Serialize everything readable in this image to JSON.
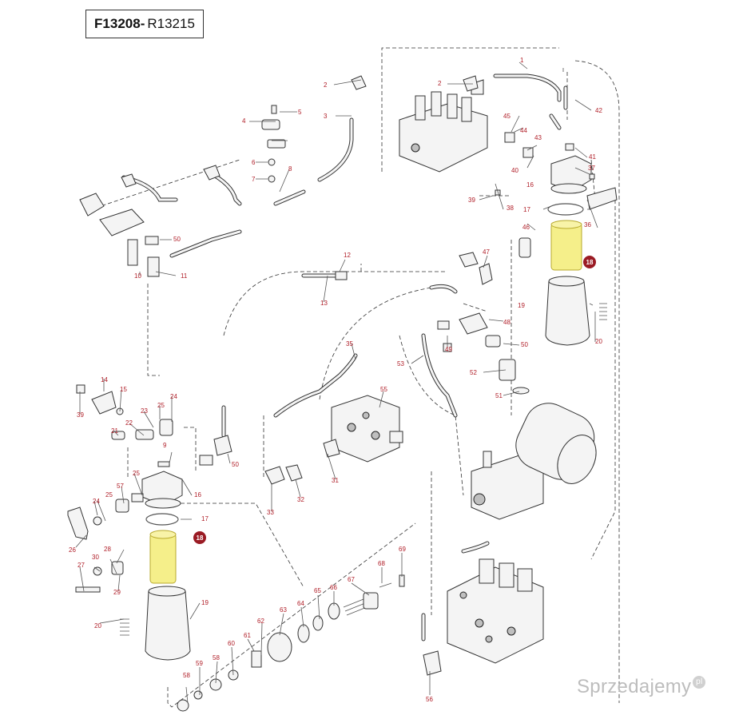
{
  "header": {
    "code_bold": "F13208-",
    "code_regular": "R13215"
  },
  "watermark": {
    "text": "Sprzedajemy",
    "badge": "pl"
  },
  "colors": {
    "callout_text": "#b01e28",
    "highlight_badge": "#9a1b24",
    "filter_highlight": "#f5ef8a"
  },
  "callouts": [
    {
      "id": "c1",
      "label": "1"
    },
    {
      "id": "c2a",
      "label": "2"
    },
    {
      "id": "c2b",
      "label": "2"
    },
    {
      "id": "c3",
      "label": "3"
    },
    {
      "id": "c4",
      "label": "4"
    },
    {
      "id": "c5",
      "label": "5"
    },
    {
      "id": "c6",
      "label": "6"
    },
    {
      "id": "c7",
      "label": "7"
    },
    {
      "id": "c8",
      "label": "8"
    },
    {
      "id": "c9",
      "label": "9"
    },
    {
      "id": "c10",
      "label": "10"
    },
    {
      "id": "c11",
      "label": "11"
    },
    {
      "id": "c12",
      "label": "12"
    },
    {
      "id": "c13",
      "label": "13"
    },
    {
      "id": "c14",
      "label": "14"
    },
    {
      "id": "c15",
      "label": "15"
    },
    {
      "id": "c16a",
      "label": "16"
    },
    {
      "id": "c16b",
      "label": "16"
    },
    {
      "id": "c17a",
      "label": "17"
    },
    {
      "id": "c17b",
      "label": "17"
    },
    {
      "id": "c19a",
      "label": "19"
    },
    {
      "id": "c19b",
      "label": "19"
    },
    {
      "id": "c20a",
      "label": "20"
    },
    {
      "id": "c20b",
      "label": "20"
    },
    {
      "id": "c21",
      "label": "21"
    },
    {
      "id": "c22",
      "label": "22"
    },
    {
      "id": "c23",
      "label": "23"
    },
    {
      "id": "c24a",
      "label": "24"
    },
    {
      "id": "c24b",
      "label": "24"
    },
    {
      "id": "c25a",
      "label": "25"
    },
    {
      "id": "c25b",
      "label": "25"
    },
    {
      "id": "c25c",
      "label": "25"
    },
    {
      "id": "c26",
      "label": "26"
    },
    {
      "id": "c27",
      "label": "27"
    },
    {
      "id": "c28",
      "label": "28"
    },
    {
      "id": "c29",
      "label": "29"
    },
    {
      "id": "c30",
      "label": "30"
    },
    {
      "id": "c31",
      "label": "31"
    },
    {
      "id": "c32",
      "label": "32"
    },
    {
      "id": "c33",
      "label": "33"
    },
    {
      "id": "c35",
      "label": "35"
    },
    {
      "id": "c36",
      "label": "36"
    },
    {
      "id": "c37",
      "label": "37"
    },
    {
      "id": "c38",
      "label": "38"
    },
    {
      "id": "c39a",
      "label": "39"
    },
    {
      "id": "c39b",
      "label": "39"
    },
    {
      "id": "c40",
      "label": "40"
    },
    {
      "id": "c41",
      "label": "41"
    },
    {
      "id": "c42",
      "label": "42"
    },
    {
      "id": "c43",
      "label": "43"
    },
    {
      "id": "c44",
      "label": "44"
    },
    {
      "id": "c45",
      "label": "45"
    },
    {
      "id": "c46",
      "label": "46"
    },
    {
      "id": "c47",
      "label": "47"
    },
    {
      "id": "c48",
      "label": "48"
    },
    {
      "id": "c49",
      "label": "49"
    },
    {
      "id": "c50a",
      "label": "50"
    },
    {
      "id": "c50b",
      "label": "50"
    },
    {
      "id": "c50c",
      "label": "50"
    },
    {
      "id": "c51",
      "label": "51"
    },
    {
      "id": "c52",
      "label": "52"
    },
    {
      "id": "c53",
      "label": "53"
    },
    {
      "id": "c55",
      "label": "55"
    },
    {
      "id": "c56",
      "label": "56"
    },
    {
      "id": "c57",
      "label": "57"
    },
    {
      "id": "c58a",
      "label": "58"
    },
    {
      "id": "c58b",
      "label": "58"
    },
    {
      "id": "c59",
      "label": "59"
    },
    {
      "id": "c60",
      "label": "60"
    },
    {
      "id": "c61",
      "label": "61"
    },
    {
      "id": "c62",
      "label": "62"
    },
    {
      "id": "c63",
      "label": "63"
    },
    {
      "id": "c64",
      "label": "64"
    },
    {
      "id": "c65",
      "label": "65"
    },
    {
      "id": "c66",
      "label": "66"
    },
    {
      "id": "c67",
      "label": "67"
    },
    {
      "id": "c68",
      "label": "68"
    },
    {
      "id": "c69",
      "label": "69"
    }
  ],
  "highlights": [
    {
      "id": "h18a",
      "label": "18"
    },
    {
      "id": "h18b",
      "label": "18"
    }
  ]
}
